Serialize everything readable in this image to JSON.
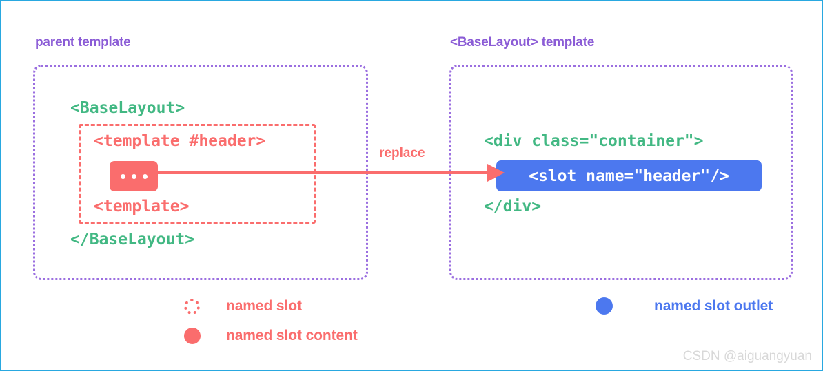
{
  "diagram": {
    "border_color": "#29a8e0",
    "background": "#ffffff",
    "panels": {
      "left": {
        "caption": "parent template",
        "caption_color": "#8b5cd6",
        "border_color": "#9b6fe0",
        "code": {
          "baselayout_open": "<BaseLayout>",
          "template_open": "<template #header>",
          "template_close": "<template>",
          "baselayout_close": "</BaseLayout>",
          "slot_content_chip": "...",
          "green_color": "#42b883",
          "red_color": "#fa6d6d"
        }
      },
      "right": {
        "caption": "<BaseLayout> template",
        "caption_color": "#8b5cd6",
        "border_color": "#9b6fe0",
        "code": {
          "div_open": "<div class=\"container\">",
          "slot_outlet": "<slot name=\"header\"/>",
          "div_close": "</div>",
          "green_color": "#42b883",
          "blue_color": "#4c78ef"
        }
      }
    },
    "arrow": {
      "label": "replace",
      "color": "#fa6d6d",
      "direction": "left-to-right"
    },
    "legend": [
      {
        "marker": "dotted-ring-icon",
        "label": "named slot",
        "color": "#fa6d6d"
      },
      {
        "marker": "filled-circle-icon",
        "label": "named slot content",
        "color": "#fa6d6d"
      },
      {
        "marker": "filled-circle-icon",
        "label": "named slot outlet",
        "color": "#4c78ef"
      }
    ],
    "watermark": "CSDN @aiguangyuan"
  }
}
